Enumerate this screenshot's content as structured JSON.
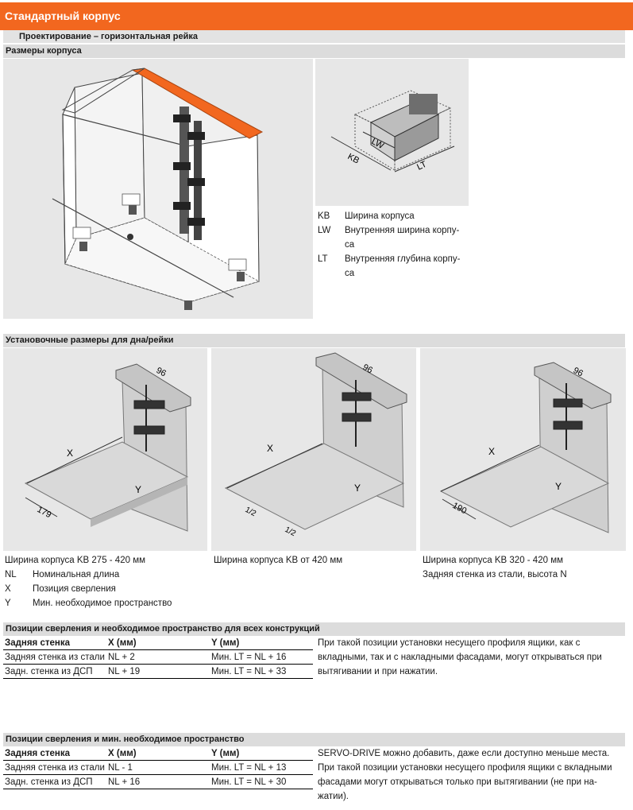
{
  "header": {
    "title": "Стандартный корпус"
  },
  "subheader": {
    "title": "Проектирование – горизонтальная рейка"
  },
  "section1": {
    "title": "Размеры корпуса"
  },
  "legend1": [
    {
      "key": "KB",
      "text1": "Ширина корпуса",
      "text2": ""
    },
    {
      "key": "LW",
      "text1": "Внутренняя ширина корпу-",
      "text2": "са"
    },
    {
      "key": "LT",
      "text1": "Внутренняя глубина корпу-",
      "text2": "са"
    }
  ],
  "diagram_labels": {
    "lw": "LW",
    "kb": "KB",
    "lt": "LT",
    "d96": "96",
    "x": "X",
    "y": "Y",
    "d179": "179",
    "d190": "190",
    "half": "1/2"
  },
  "section2": {
    "title": "Установочные размеры для дна/рейки"
  },
  "captions": {
    "c1": "Ширина корпуса KB 275 - 420 мм",
    "c2": "Ширина корпуса KB от 420 мм",
    "c3a": "Ширина корпуса KB 320 - 420 мм",
    "c3b": "Задняя стенка из стали, высота N"
  },
  "legend2": [
    {
      "key": "NL",
      "text": "Номинальная длина"
    },
    {
      "key": "X",
      "text": "Позиция сверления"
    },
    {
      "key": "Y",
      "text": "Мин. необходимое пространство"
    }
  ],
  "section3": {
    "title": "Позиции сверления и необходимое пространство для всех конструкций",
    "headers": [
      "Задняя стенка",
      "X (мм)",
      "Y (мм)"
    ],
    "rows": [
      [
        "Задняя стенка из стали",
        "NL + 2",
        "Мин. LT = NL + 16"
      ],
      [
        "Задн. стенка из ДСП",
        "NL + 19",
        "Мин. LT = NL + 33"
      ]
    ],
    "note": [
      "При такой позиции установки несущего профиля ящики, как с",
      "вкладными, так и с накладными фасадами, могут открываться при",
      "вытягивании и при нажатии."
    ]
  },
  "section4": {
    "title": "Позиции сверления и мин. необходимое пространство",
    "headers": [
      "Задняя стенка",
      "X (мм)",
      "Y (мм)"
    ],
    "rows": [
      [
        "Задняя стенка из стали",
        "NL - 1",
        "Мин. LT = NL + 13"
      ],
      [
        "Задн. стенка из ДСП",
        "NL + 16",
        "Мин. LT = NL + 30"
      ]
    ],
    "note": [
      "SERVO-DRIVE можно добавить, даже если доступно меньше места.",
      "При такой позиции установки несущего профиля ящики с вкладными",
      "фасадами могут открываться только при вытягивании (не при на-",
      "жатии)."
    ]
  },
  "colors": {
    "accent": "#f2671f",
    "panel": "#e7e7e7",
    "section": "#dcdcdc"
  }
}
